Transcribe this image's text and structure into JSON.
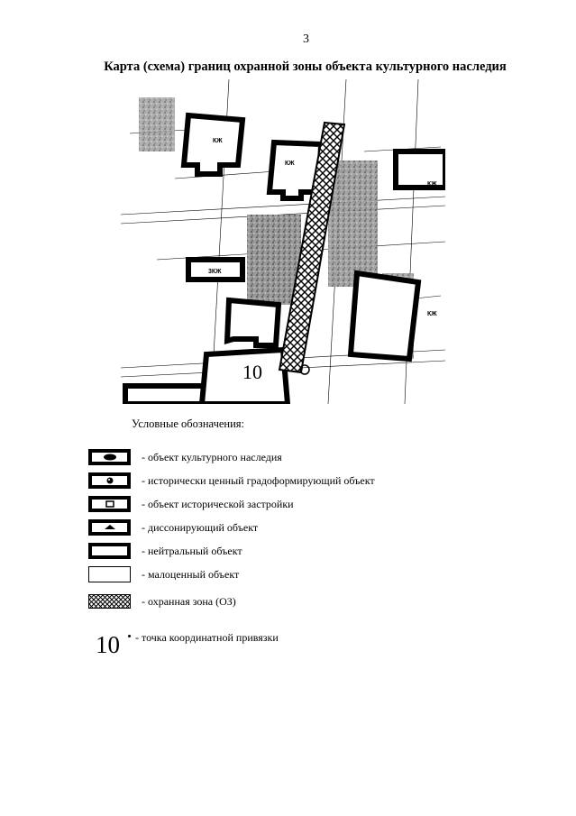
{
  "page": {
    "number": "3"
  },
  "title": "Карта (схема) границ охранной зоны объекта культурного наследия",
  "map": {
    "labels": {
      "building_a": "КЖ",
      "building_b": "КЖ",
      "building_c": "КЖ",
      "building_d": "3КЖ",
      "building_e": "КЖ",
      "coord_point": "10"
    }
  },
  "legend": {
    "title": "Условные обозначения:",
    "items": [
      {
        "id": "heritage",
        "label": "- объект культурного наследия"
      },
      {
        "id": "historic-valuable",
        "label": "- исторически ценный градоформирующий объект"
      },
      {
        "id": "historic-building",
        "label": "- объект исторической застройки"
      },
      {
        "id": "dissonant",
        "label": "- диссонирующий объект"
      },
      {
        "id": "neutral",
        "label": "- нейтральный объект"
      },
      {
        "id": "low-value",
        "label": "- малоценный объект"
      },
      {
        "id": "protection-zone",
        "label": "- охранная зона (ОЗ)"
      }
    ],
    "coord_point": {
      "number": "10",
      "label": "- точка координатной привязки"
    }
  }
}
